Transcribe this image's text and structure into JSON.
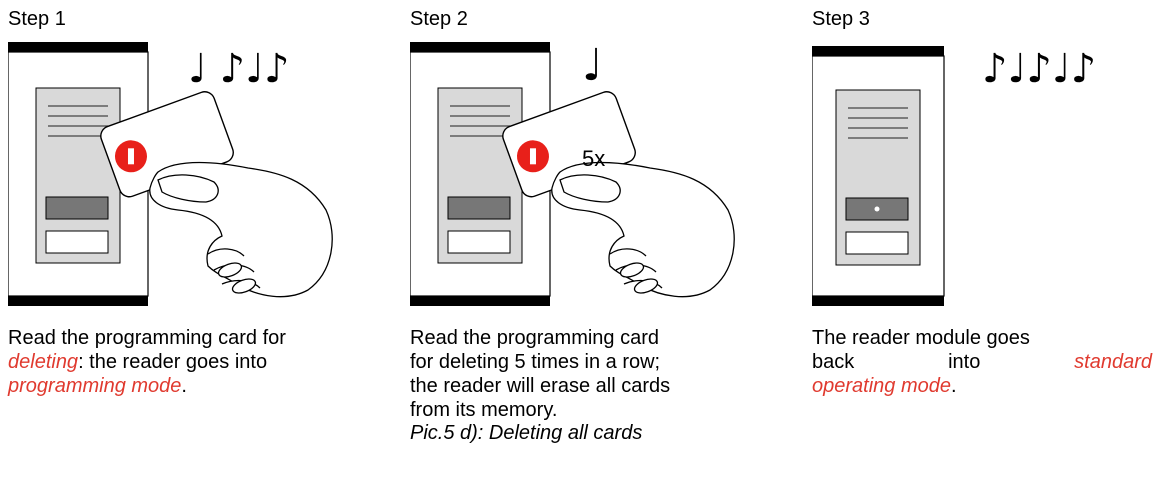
{
  "steps": [
    {
      "title": "Step 1",
      "notes": "♩ ♪♩♪",
      "desc_parts": [
        "Read the programming card for ",
        "deleting",
        ": the reader goes into ",
        "programming mode",
        "."
      ]
    },
    {
      "title": "Step 2",
      "notes": "♩",
      "times": "5x",
      "desc_lines": [
        "Read the programming card",
        "for deleting 5 times in a row;",
        "the reader will erase all cards",
        "from its memory."
      ]
    },
    {
      "title": "Step 3",
      "notes": "♪♩♪♩♪",
      "desc_line1": "The reader module goes",
      "desc_line2_a": "back",
      "desc_line2_b": "into",
      "desc_line2_c": "standard",
      "desc_line3_a": "operating mode",
      "desc_line3_b": "."
    }
  ],
  "caption": "Pic.5 d): Deleting all cards",
  "colors": {
    "accent": "#e03a2f",
    "panel": "#d9d9d9",
    "frame": "#000000",
    "card_dot": "#e8201a"
  }
}
